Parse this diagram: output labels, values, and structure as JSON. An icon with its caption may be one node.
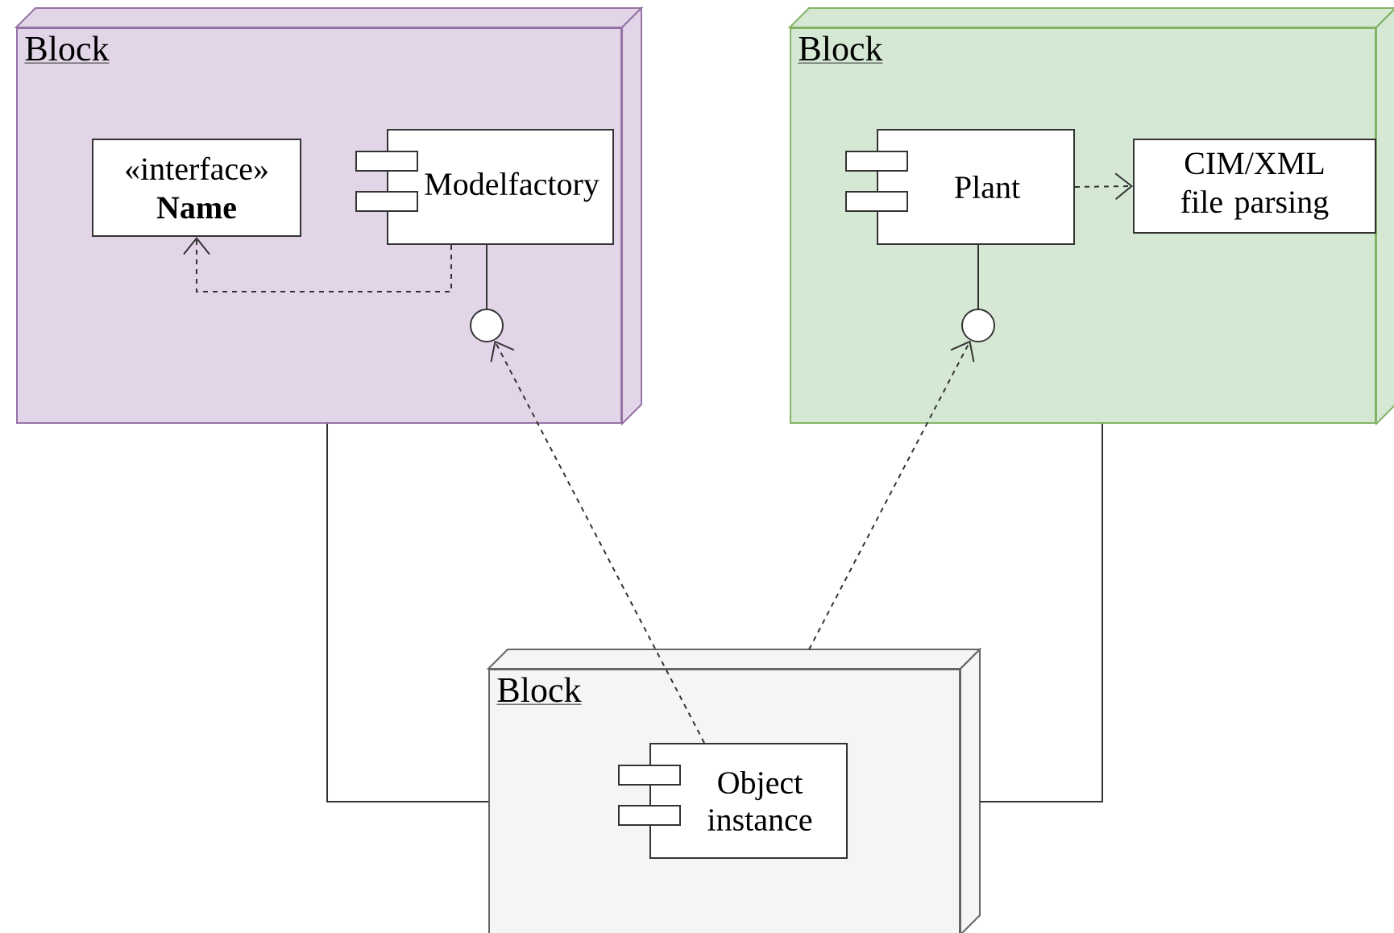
{
  "diagram": {
    "nodes": [
      {
        "text": [
          "Block"
        ]
      },
      {
        "text": [
          "«interface»",
          "Name"
        ],
        "in": 0
      },
      {
        "text": [
          "Modelfactory"
        ],
        "in": 0
      },
      {
        "text": [],
        "shape": "circle",
        "in": 0
      },
      {
        "text": [
          "Block"
        ]
      },
      {
        "text": [
          "Plant"
        ],
        "in": 4
      },
      {
        "text": [
          "CIM/XML file parsing"
        ],
        "in": 4
      },
      {
        "text": [],
        "shape": "circle",
        "in": 4
      },
      {
        "text": [
          "Block"
        ]
      },
      {
        "text": [
          "Object instance"
        ],
        "in": 8
      }
    ],
    "edges": [
      {
        "from": 2,
        "to": 1,
        "arrow": "to",
        "style": "dashed"
      },
      {
        "from": 2,
        "to": 3,
        "arrow": "none"
      },
      {
        "from": 9,
        "to": 3,
        "arrow": "to",
        "style": "dashed"
      },
      {
        "from": 5,
        "to": 6,
        "arrow": "to",
        "style": "dashed"
      },
      {
        "from": 5,
        "to": 7,
        "arrow": "none"
      },
      {
        "from": 8,
        "to": 7,
        "arrow": "to",
        "style": "dashed"
      },
      {
        "from": 0,
        "to": 8,
        "arrow": "none"
      },
      {
        "from": 4,
        "to": 8,
        "arrow": "none"
      }
    ]
  }
}
